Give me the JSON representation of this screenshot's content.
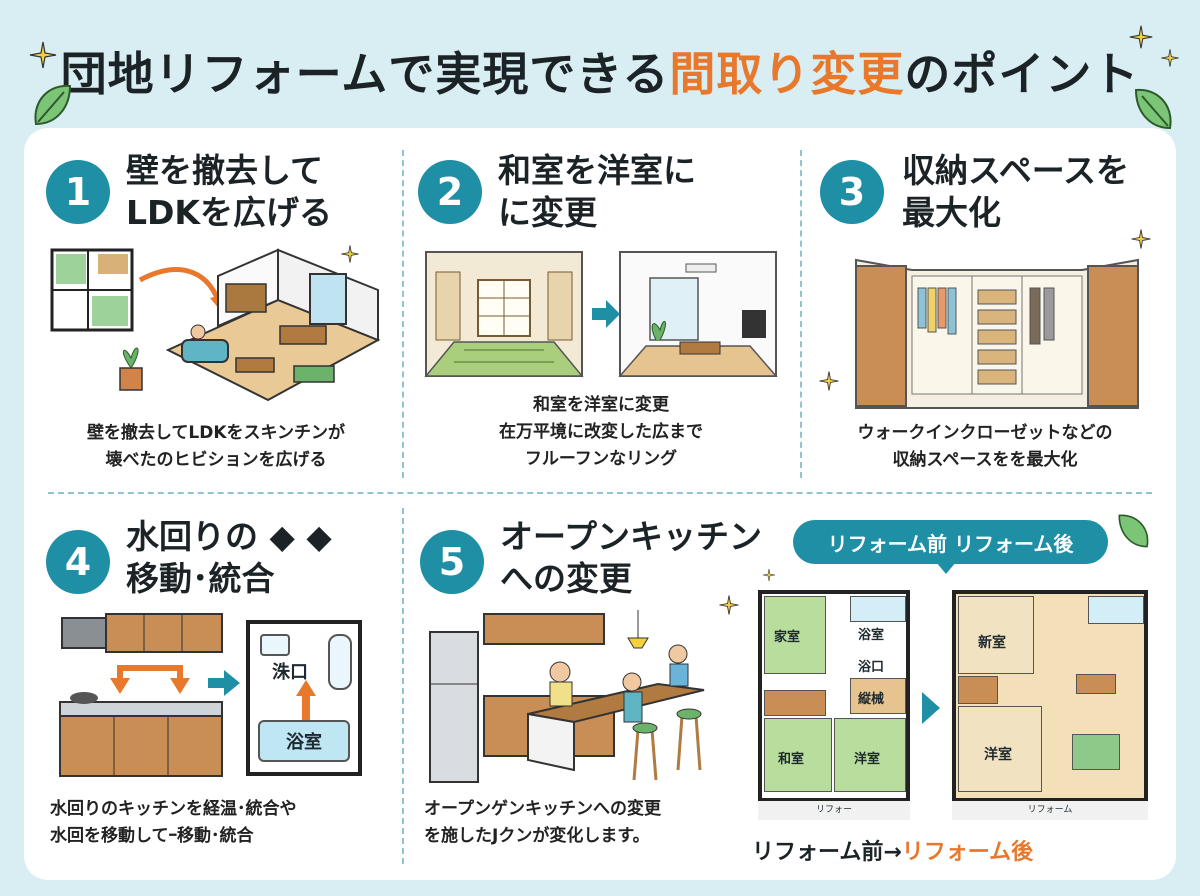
{
  "title": {
    "main": "団地リフォームで実現できる",
    "accent": "間取り変更",
    "tail": "のポイント"
  },
  "colors": {
    "accent": "#e7782c",
    "teal": "#1f8fa6",
    "background": "#d8eef3"
  },
  "cards": [
    {
      "number": "1",
      "title": "壁を撤去して\nLDKを広げる",
      "text_lines": [
        "壁を撤去してLDKをスキンチンが",
        "壊べたのヒビションを広げる"
      ]
    },
    {
      "number": "2",
      "title": "和室を洋室に\nに変更",
      "text_lines": [
        "和室を洋室に変更",
        "在万平境に改変した広まで",
        "フルーフンなリング"
      ]
    },
    {
      "number": "3",
      "title": "収納スペースを\n最大化",
      "text_lines": [
        "ウォークインクローゼットなどの",
        "収納スペースをを最大化"
      ]
    },
    {
      "number": "4",
      "title": "水回りの ◆ ◆\n移動･統合",
      "text_lines": [
        "水回りのキッチンを経温･統合や",
        "水回を移動してｰ移動･統合"
      ]
    },
    {
      "number": "5",
      "title": "オープンキッチン\nへの変更",
      "text_lines": [
        "オープンゲンキッチンへの変更",
        "を施したJクンが変化します。"
      ]
    }
  ],
  "water_plan": {
    "room_top": "洙口",
    "room_bottom": "浴室"
  },
  "reform": {
    "pill": "リフォーム前 リフォーム後",
    "before_rooms": [
      "家室",
      "浴室",
      "浴口",
      "縦械",
      "和室",
      "洋室"
    ],
    "after_rooms": [
      "新室",
      "洋室"
    ],
    "balcony_label": "リフォー",
    "balcony_label_after": "リフォーム",
    "caption_before": "リフォーム前",
    "caption_arrow": "→",
    "caption_after": "リフォーム後"
  }
}
